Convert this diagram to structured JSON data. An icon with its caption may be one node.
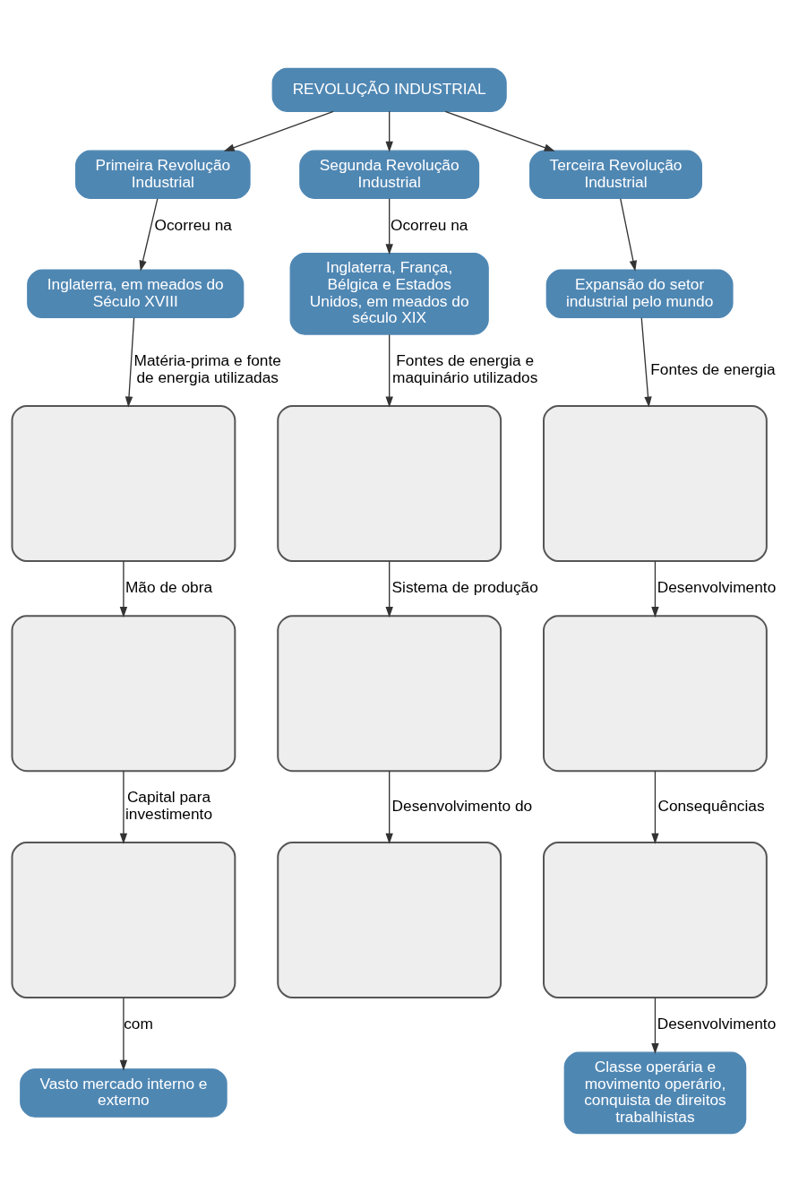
{
  "diagram": {
    "nodes": [
      {
        "text": [
          "REVOLUÇÃO INDUSTRIAL"
        ]
      },
      {
        "text": [
          "Primeira Revolução Industrial"
        ]
      },
      {
        "text": [
          "Segunda Revolução Industrial"
        ]
      },
      {
        "text": [
          "Terceira Revolução Industrial"
        ]
      },
      {
        "text": [
          "Inglaterra, em meados do Século XVIII"
        ]
      },
      {
        "text": [
          "Inglaterra, França, Bélgica e Estados Unidos, em meados do século XIX"
        ]
      },
      {
        "text": [
          "Expansão do setor industrial pelo mundo"
        ]
      },
      {
        "text": [],
        "shape": "box"
      },
      {
        "text": [],
        "shape": "box"
      },
      {
        "text": [],
        "shape": "box"
      },
      {
        "text": [],
        "shape": "box"
      },
      {
        "text": [],
        "shape": "box"
      },
      {
        "text": [],
        "shape": "box"
      },
      {
        "text": [],
        "shape": "box"
      },
      {
        "text": [],
        "shape": "box"
      },
      {
        "text": [],
        "shape": "box"
      },
      {
        "text": [
          "Vasto mercado interno e externo"
        ]
      },
      {
        "text": [
          "Classe operária e movimento operário, conquista de direitos trabalhistas"
        ]
      }
    ],
    "edges": [
      {
        "from": 0,
        "to": 1,
        "arrow": "to"
      },
      {
        "from": 0,
        "to": 2,
        "arrow": "to"
      },
      {
        "from": 0,
        "to": 3,
        "arrow": "to"
      },
      {
        "from": 1,
        "to": 4,
        "arrow": "to",
        "label": "Ocorreu na"
      },
      {
        "from": 2,
        "to": 5,
        "arrow": "to",
        "label": "Ocorreu na"
      },
      {
        "from": 3,
        "to": 6,
        "arrow": "to"
      },
      {
        "from": 4,
        "to": 7,
        "arrow": "to",
        "label": "Matéria-prima e fonte de energia utilizadas"
      },
      {
        "from": 5,
        "to": 8,
        "arrow": "to",
        "label": "Fontes de energia e maquinário utilizados"
      },
      {
        "from": 6,
        "to": 9,
        "arrow": "to",
        "label": "Fontes de energia"
      },
      {
        "from": 7,
        "to": 10,
        "arrow": "to",
        "label": "Mão de obra"
      },
      {
        "from": 8,
        "to": 11,
        "arrow": "to",
        "label": "Sistema de produção"
      },
      {
        "from": 9,
        "to": 12,
        "arrow": "to",
        "label": "Desenvolvimento"
      },
      {
        "from": 10,
        "to": 13,
        "arrow": "to",
        "label": "Capital para investimento"
      },
      {
        "from": 11,
        "to": 14,
        "arrow": "to",
        "label": "Desenvolvimento do"
      },
      {
        "from": 12,
        "to": 15,
        "arrow": "to",
        "label": "Consequências"
      },
      {
        "from": 13,
        "to": 16,
        "arrow": "to",
        "label": "com"
      },
      {
        "from": 15,
        "to": 17,
        "arrow": "to",
        "label": "Desenvolvimento"
      }
    ]
  }
}
